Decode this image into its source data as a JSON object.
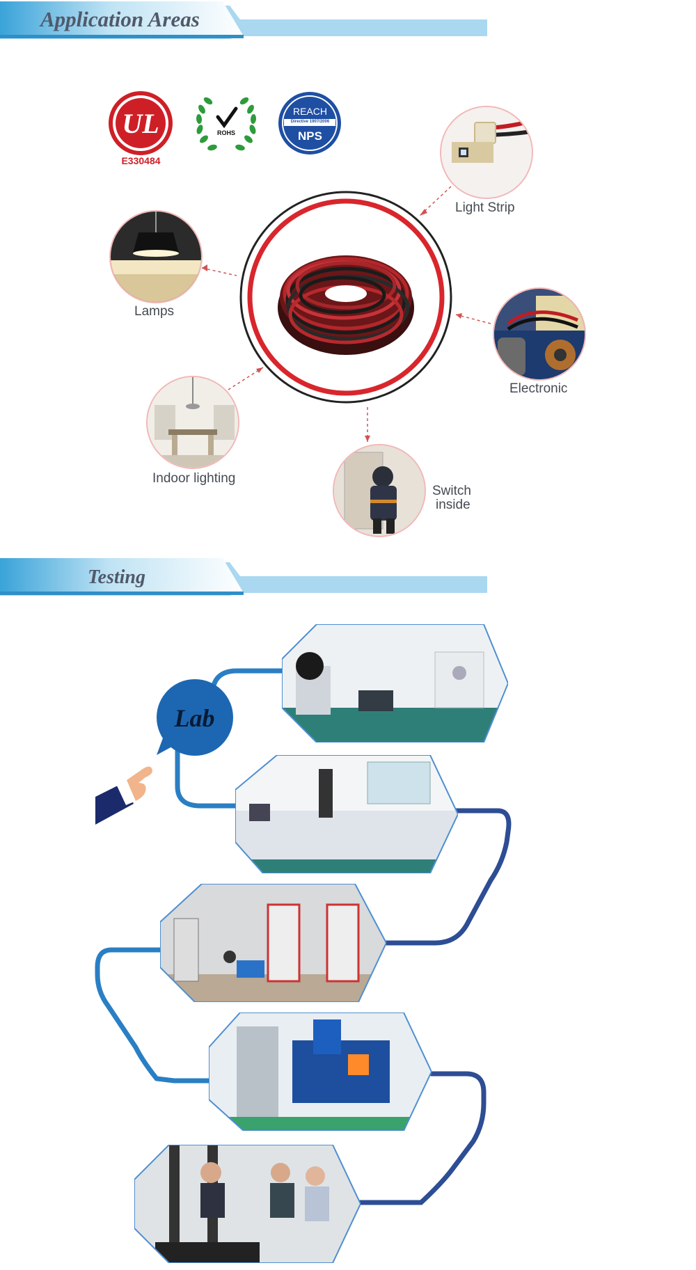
{
  "sections": {
    "application": {
      "title": "Application Areas"
    },
    "testing": {
      "title": "Testing"
    }
  },
  "certifications": {
    "ul": {
      "mark": "UL",
      "code": "E330484"
    },
    "rohs": {
      "label": "ROHS"
    },
    "reach": {
      "top": "REACH",
      "middle": "Directive 1907/2006",
      "bottom": "NPS"
    }
  },
  "applications": [
    {
      "label": "Light Strip"
    },
    {
      "label": "Lamps"
    },
    {
      "label": "Electronic"
    },
    {
      "label": "Indoor lighting"
    },
    {
      "label_line1": "Switch",
      "label_line2": "inside"
    }
  ],
  "lab": {
    "badge": "Lab"
  },
  "colors": {
    "accent_red": "#d8262c",
    "ul_red": "#cf1f26",
    "rohs_green": "#2e9b3c",
    "reach_blue": "#1f4fa3",
    "path_light_blue": "#2a7fc4",
    "path_dark_blue": "#2d4d94",
    "lab_blue": "#1d67b2",
    "header_blue": "#3aa3d9"
  }
}
